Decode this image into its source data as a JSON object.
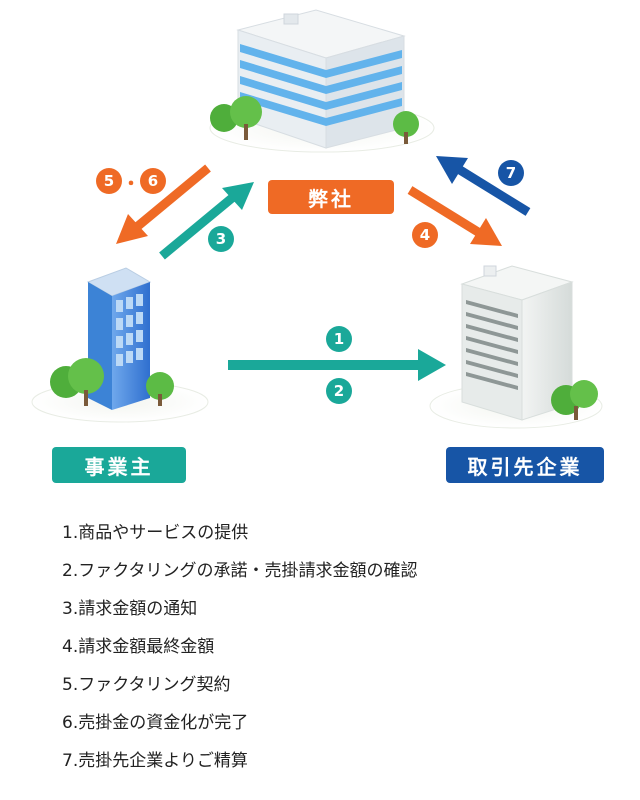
{
  "labels": {
    "company": "弊社",
    "business_owner": "事業主",
    "partner": "取引先企業"
  },
  "badges": {
    "b1": "1",
    "b2": "2",
    "b3": "3",
    "b4": "4",
    "b5": "5",
    "b5_sep": "・",
    "b6": "6",
    "b7": "7"
  },
  "colors": {
    "orange": "#ef6a25",
    "teal": "#1aa899",
    "blue": "#1755a6"
  },
  "steps": [
    "1.商品やサービスの提供",
    "2.ファクタリングの承諾・売掛請求金額の確認",
    "3.請求金額の通知",
    "4.請求金額最終金額",
    "5.ファクタリング契約",
    "6.売掛金の資金化が完了",
    "7.売掛先企業よりご精算"
  ]
}
